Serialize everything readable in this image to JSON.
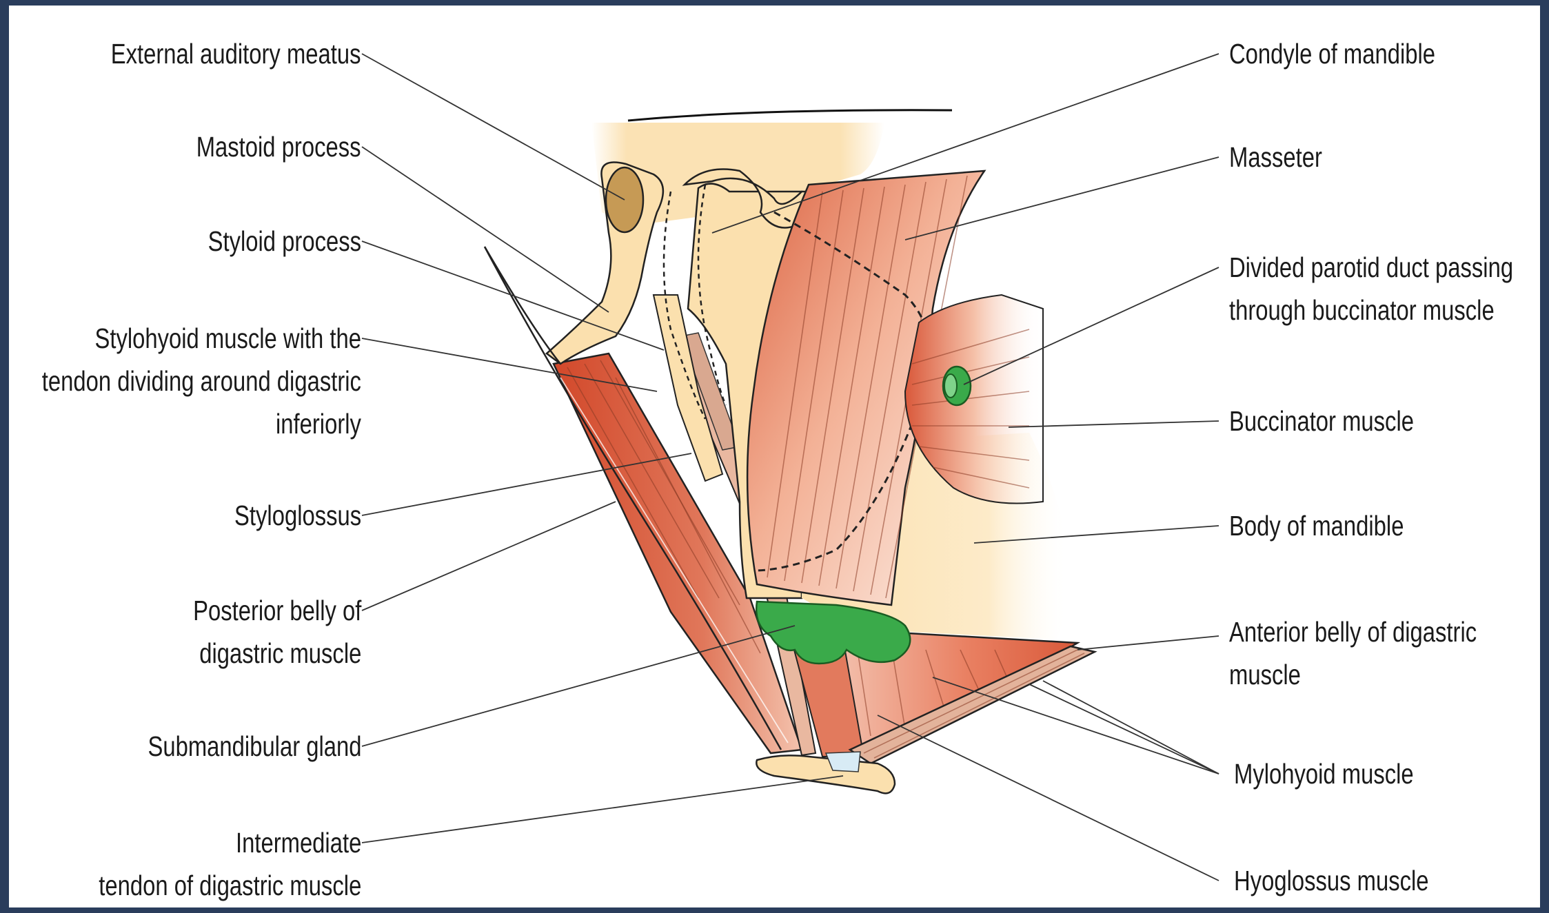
{
  "labels_left": [
    {
      "id": "external-auditory-meatus",
      "lines": [
        "External auditory meatus"
      ]
    },
    {
      "id": "mastoid-process",
      "lines": [
        "Mastoid process"
      ]
    },
    {
      "id": "styloid-process",
      "lines": [
        "Styloid process"
      ]
    },
    {
      "id": "stylohyoid-muscle",
      "lines": [
        "Stylohyoid muscle with the",
        "tendon dividing around digastric",
        "inferiorly"
      ]
    },
    {
      "id": "styloglossus",
      "lines": [
        "Styloglossus"
      ]
    },
    {
      "id": "posterior-belly-digastric",
      "lines": [
        "Posterior belly of",
        "digastric muscle"
      ]
    },
    {
      "id": "submandibular-gland",
      "lines": [
        "Submandibular gland"
      ]
    },
    {
      "id": "intermediate-tendon",
      "lines": [
        "Intermediate",
        "tendon of digastric muscle"
      ]
    }
  ],
  "labels_right": [
    {
      "id": "condyle-of-mandible",
      "lines": [
        "Condyle of mandible"
      ]
    },
    {
      "id": "masseter",
      "lines": [
        "Masseter"
      ]
    },
    {
      "id": "parotid-duct",
      "lines": [
        "Divided parotid duct passing",
        "through buccinator muscle"
      ]
    },
    {
      "id": "buccinator-muscle",
      "lines": [
        "Buccinator muscle"
      ]
    },
    {
      "id": "body-of-mandible",
      "lines": [
        "Body of mandible"
      ]
    },
    {
      "id": "anterior-belly-digastric",
      "lines": [
        "Anterior belly of digastric",
        "muscle"
      ]
    },
    {
      "id": "mylohyoid-muscle",
      "lines": [
        "Mylohyoid muscle"
      ]
    },
    {
      "id": "hyoglossus-muscle",
      "lines": [
        "Hyoglossus muscle"
      ]
    }
  ],
  "colors": {
    "frame_border": "#2a3d5c",
    "bone": "#fbe0b0",
    "muscle_dark": "#d9593a",
    "muscle_light": "#f7cdb8",
    "gland": "#3aaa4a",
    "leader_line": "#333333"
  }
}
